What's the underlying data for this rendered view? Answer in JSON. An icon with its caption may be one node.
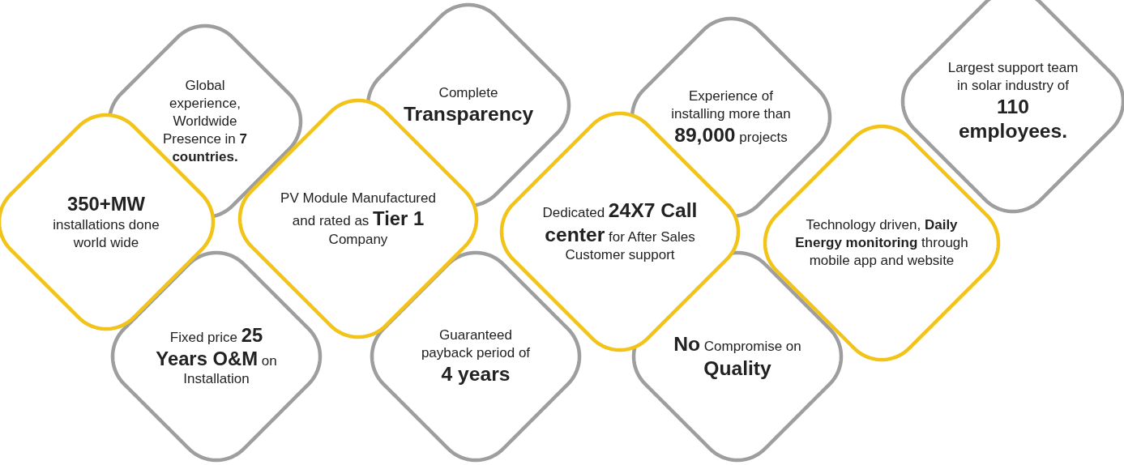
{
  "diagram": {
    "nodes": [
      {
        "text": [
          "**350+MW** installations done world wide"
        ]
      },
      {
        "text": [
          "Global experience, Worldwide Presence in **7 countries.**"
        ]
      },
      {
        "text": [
          "Fixed price **25 Years O&M** on Installation"
        ]
      },
      {
        "text": [
          "PV Module Manufactured and rated as **Tier 1** Company"
        ]
      },
      {
        "text": [
          "Complete **Transparency**"
        ]
      },
      {
        "text": [
          "Guaranteed payback period of **4 years**"
        ]
      },
      {
        "text": [
          "Dedicated **24X7 Call center** for After Sales Customer support"
        ]
      },
      {
        "text": [
          "Experience of installing more than **89,000** projects"
        ]
      },
      {
        "text": [
          "**No** Compromise on **Quality**"
        ]
      },
      {
        "text": [
          "Technology driven, **Daily Energy monitoring** through mobile app and website"
        ]
      },
      {
        "text": [
          "Largest support team in solar industry of **110 employees.**"
        ]
      }
    ]
  }
}
